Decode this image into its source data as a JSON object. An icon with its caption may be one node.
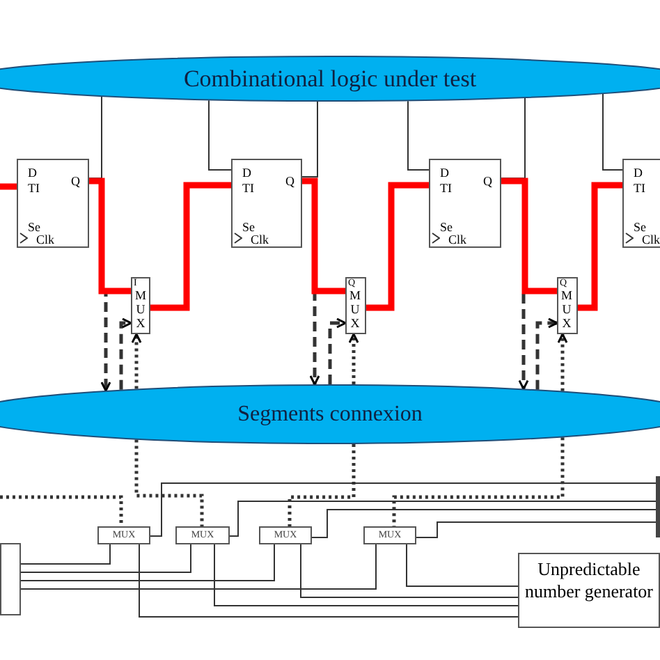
{
  "diagram": {
    "nodes": [
      {
        "text": [
          "Combinational logic under test"
        ]
      },
      {
        "text": [
          "D",
          "TI",
          "Q",
          "Se",
          "Clk"
        ]
      },
      {
        "text": [
          "D",
          "TI",
          "Q",
          "Se",
          "Clk"
        ]
      },
      {
        "text": [
          "D",
          "TI",
          "Q",
          "Se",
          "Clk"
        ]
      },
      {
        "text": [
          "D",
          "TI",
          "Se",
          "Clk"
        ]
      },
      {
        "text": [
          "I",
          "M U X"
        ]
      },
      {
        "text": [
          "Q",
          "M U X"
        ]
      },
      {
        "text": [
          "Q",
          "M U X"
        ]
      },
      {
        "text": [
          "Segments connexion"
        ]
      },
      {
        "text": [
          "MUX"
        ]
      },
      {
        "text": [
          "MUX"
        ]
      },
      {
        "text": [
          "MUX"
        ]
      },
      {
        "text": [
          "MUX"
        ]
      },
      {
        "text": [],
        "shape": "box"
      },
      {
        "text": [
          "Unpredictable number generator"
        ]
      },
      {
        "text": [],
        "shape": "bar"
      }
    ],
    "edges": [
      {
        "from": 1,
        "to": 0,
        "arrow": "none"
      },
      {
        "from": 0,
        "to": 2,
        "arrow": "none"
      },
      {
        "from": 2,
        "to": 0,
        "arrow": "none"
      },
      {
        "from": 0,
        "to": 3,
        "arrow": "none"
      },
      {
        "from": 3,
        "to": 0,
        "arrow": "none"
      },
      {
        "from": 0,
        "to": 4,
        "arrow": "none"
      },
      {
        "from": null,
        "to": 1,
        "arrow": "none",
        "style": "thick",
        "color": "#ff0000"
      },
      {
        "from": 1,
        "to": 5,
        "arrow": "none",
        "style": "thick",
        "color": "#ff0000"
      },
      {
        "from": 5,
        "to": 2,
        "arrow": "none",
        "style": "thick",
        "color": "#ff0000"
      },
      {
        "from": 2,
        "to": 6,
        "arrow": "none",
        "style": "thick",
        "color": "#ff0000"
      },
      {
        "from": 6,
        "to": 3,
        "arrow": "none",
        "style": "thick",
        "color": "#ff0000"
      },
      {
        "from": 3,
        "to": 7,
        "arrow": "none",
        "style": "thick",
        "color": "#ff0000"
      },
      {
        "from": 7,
        "to": 4,
        "arrow": "none",
        "style": "thick",
        "color": "#ff0000"
      },
      {
        "from": 1,
        "to": 8,
        "arrow": "to",
        "style": "dashed"
      },
      {
        "from": 8,
        "to": 5,
        "arrow": "to",
        "style": "dashed"
      },
      {
        "from": 8,
        "to": 5,
        "arrow": "to",
        "style": "dashed"
      },
      {
        "from": 2,
        "to": 8,
        "arrow": "to",
        "style": "dashed"
      },
      {
        "from": 8,
        "to": 6,
        "arrow": "to",
        "style": "dashed"
      },
      {
        "from": 8,
        "to": 6,
        "arrow": "to",
        "style": "dashed"
      },
      {
        "from": 3,
        "to": 8,
        "arrow": "to",
        "style": "dashed"
      },
      {
        "from": 8,
        "to": 7,
        "arrow": "to",
        "style": "dashed"
      },
      {
        "from": 8,
        "to": 7,
        "arrow": "to",
        "style": "dashed"
      },
      {
        "from": null,
        "to": 9,
        "arrow": "none",
        "style": "dashed"
      },
      {
        "from": 8,
        "to": 10,
        "arrow": "none",
        "style": "dashed"
      },
      {
        "from": 8,
        "to": 11,
        "arrow": "none",
        "style": "dashed"
      },
      {
        "from": 8,
        "to": 12,
        "arrow": "none",
        "style": "dashed"
      },
      {
        "from": 9,
        "to": 15,
        "arrow": "none"
      },
      {
        "from": 10,
        "to": 15,
        "arrow": "none"
      },
      {
        "from": 11,
        "to": 15,
        "arrow": "none"
      },
      {
        "from": 12,
        "to": 15,
        "arrow": "none"
      },
      {
        "from": 13,
        "to": 9,
        "arrow": "none"
      },
      {
        "from": 13,
        "to": 10,
        "arrow": "none"
      },
      {
        "from": 13,
        "to": 11,
        "arrow": "none"
      },
      {
        "from": 13,
        "to": 12,
        "arrow": "none"
      },
      {
        "from": 14,
        "to": 12,
        "arrow": "none"
      },
      {
        "from": 14,
        "to": 11,
        "arrow": "none"
      },
      {
        "from": 14,
        "to": 10,
        "arrow": "none"
      },
      {
        "from": 14,
        "to": 9,
        "arrow": "none"
      }
    ]
  }
}
